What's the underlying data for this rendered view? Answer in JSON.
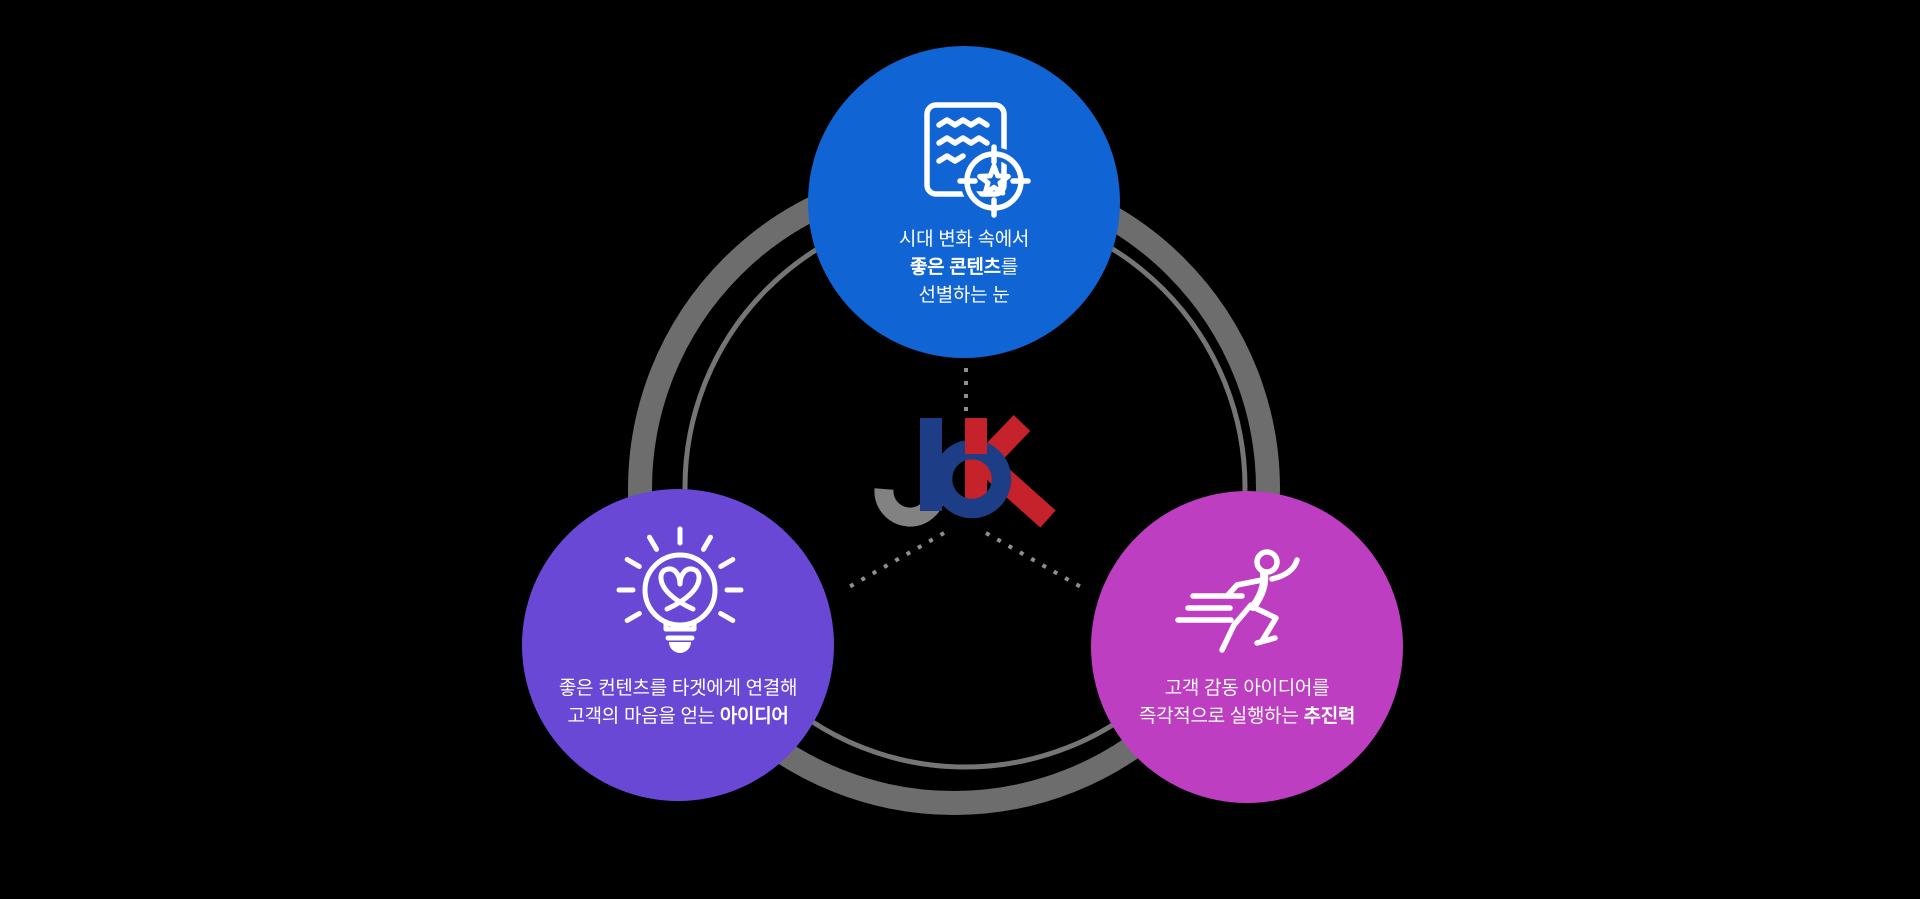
{
  "diagram": {
    "background_color": "#000000",
    "logo": {
      "text": "JbK",
      "j_color": "#828282",
      "b_color": "#1d3e86",
      "k_color": "#c5222b"
    },
    "ring": {
      "outer_color": "#6d6d6d",
      "inner_color": "#757575"
    },
    "dotted_connector_color": "#8f8f8f",
    "text_color": "#ffffff",
    "top_circle": {
      "color": "#1164d3",
      "icon": "document-target-icon",
      "line1": "시대 변화 속에서",
      "line2_bold": "좋은 콘텐츠",
      "line2_suffix": "를",
      "line3": "선별하는 눈"
    },
    "left_circle": {
      "color": "#6a48d6",
      "icon": "lightbulb-heart-icon",
      "line1": "좋은 컨텐츠를 타겟에게 연결해",
      "line2_prefix": "고객의 마음을 얻는 ",
      "line2_bold": "아이디어"
    },
    "right_circle": {
      "color": "#bd3ec0",
      "icon": "running-person-icon",
      "line1": "고객 감동 아이디어를",
      "line2_prefix": "즉각적으로 실행하는 ",
      "line2_bold": "추진력"
    }
  }
}
